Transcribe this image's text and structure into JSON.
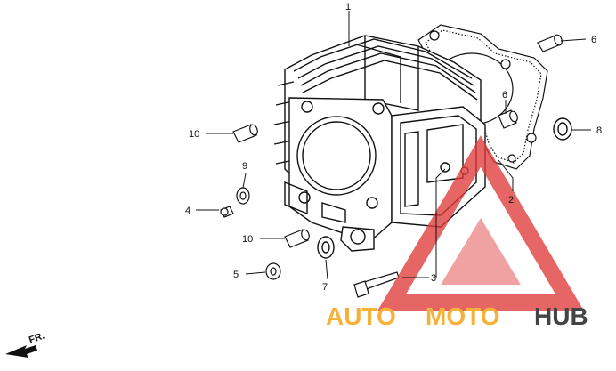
{
  "diagram": {
    "callouts": [
      {
        "id": "1",
        "text": "1"
      },
      {
        "id": "2",
        "text": "2"
      },
      {
        "id": "3",
        "text": "3"
      },
      {
        "id": "4",
        "text": "4"
      },
      {
        "id": "5",
        "text": "5"
      },
      {
        "id": "6a",
        "text": "6"
      },
      {
        "id": "6b",
        "text": "6"
      },
      {
        "id": "7",
        "text": "7"
      },
      {
        "id": "8",
        "text": "8"
      },
      {
        "id": "9",
        "text": "9"
      },
      {
        "id": "10a",
        "text": "10"
      },
      {
        "id": "10b",
        "text": "10"
      }
    ],
    "direction_label": "FR."
  },
  "watermark": {
    "part1": "AUTO",
    "part2": "MOTO",
    "part3": "HUB",
    "color_part1": "#f5b23a",
    "color_part2": "#f5b23a",
    "color_part3": "#444444",
    "triangle_color": "#e03a3a"
  }
}
